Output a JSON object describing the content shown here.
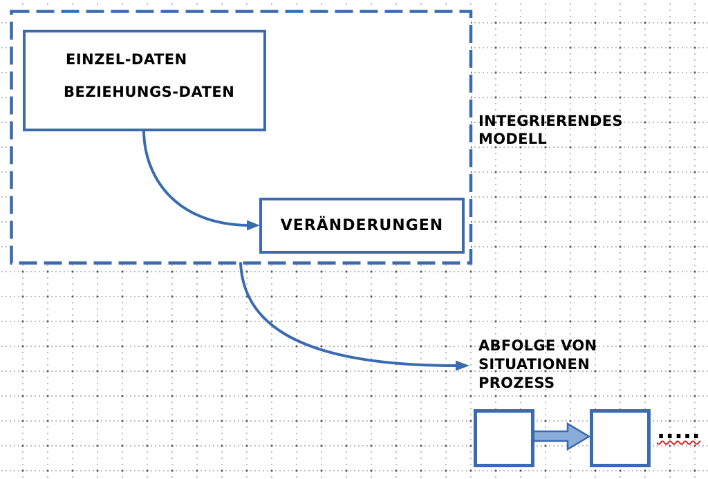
{
  "canvas": {
    "grid_style": "dotted-grid",
    "colors": {
      "shape_blue": "#3a6bb0",
      "block_arrow_fill": "#8aacd9",
      "text_black": "#000000",
      "spellcheck_red": "#e02020"
    }
  },
  "model_group": {
    "label_line1": "INTEGRIERENDES",
    "label_line2": "MODELL",
    "data_box": {
      "line1": "EINZEL-DATEN",
      "line2": "BEZIEHUNGS-DATEN"
    },
    "changes_box": {
      "label": "VERÄNDERUNGEN"
    }
  },
  "process": {
    "label_line1": "ABFOLGE VON",
    "label_line2": "SITUATIONEN",
    "label_line3": "PROZESS",
    "ellipsis": "....."
  }
}
